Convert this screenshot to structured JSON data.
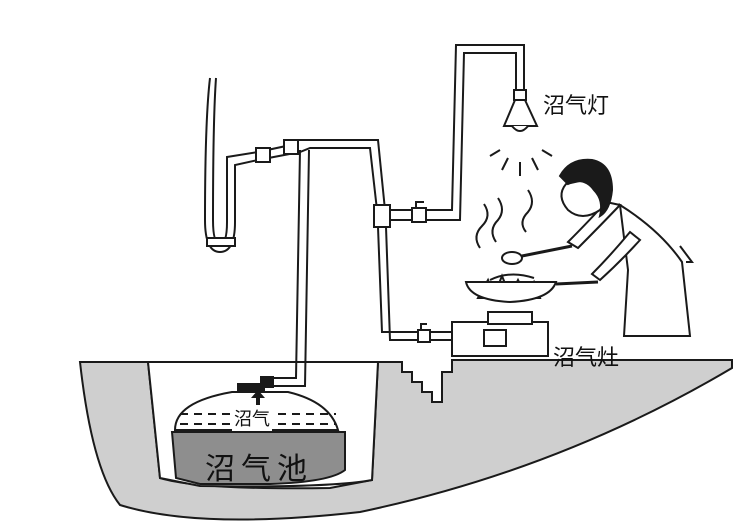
{
  "labels": {
    "lamp": "沼气灯",
    "stove": "沼气灶",
    "gas": "沼气",
    "tank": "沼气池"
  },
  "colors": {
    "line": "#1a1a1a",
    "ground": "#cfcfcf",
    "slurry": "#8e8e8e",
    "background": "#ffffff"
  }
}
